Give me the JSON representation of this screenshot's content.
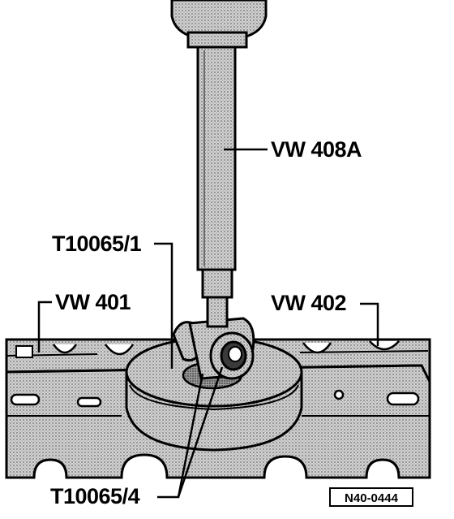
{
  "labels": {
    "press_tool": "VW 408A",
    "adapter_1": "T10065/1",
    "support_left": "VW 401",
    "support_right": "VW 402",
    "adapter_4": "T10065/4"
  },
  "figure_ref": "N40-0444",
  "colors": {
    "ink": "#000000",
    "paper": "#ffffff",
    "halftone": "#b5b5b5"
  }
}
